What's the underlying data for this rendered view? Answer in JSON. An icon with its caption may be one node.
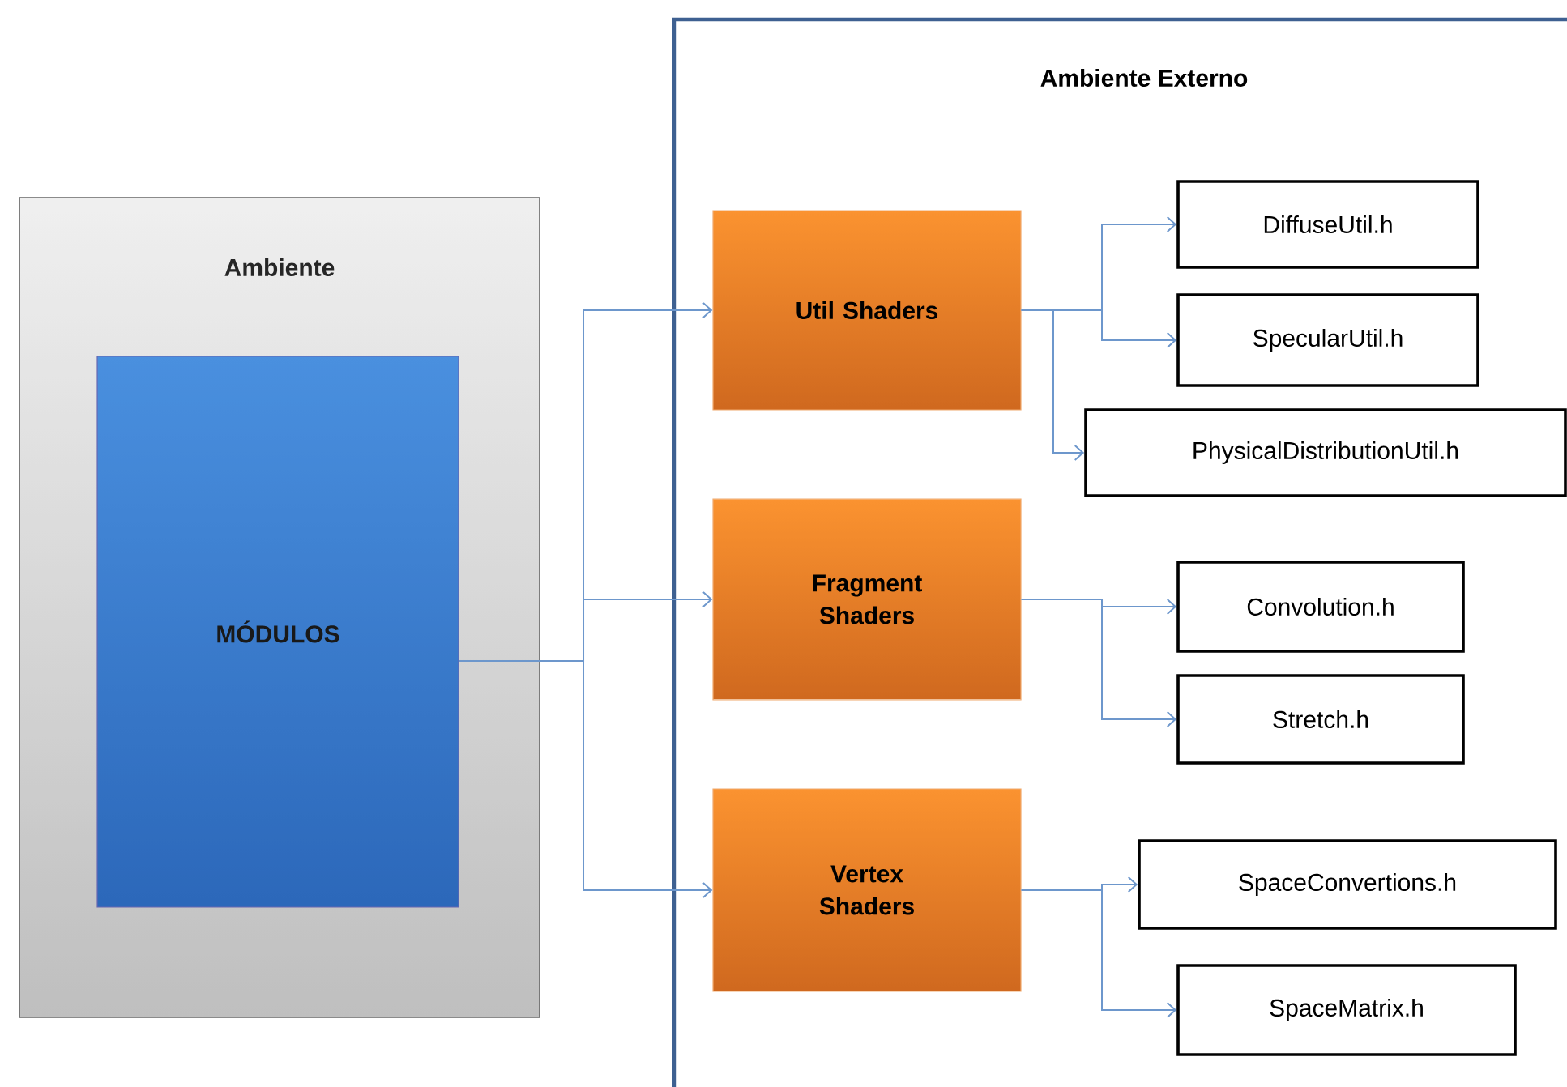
{
  "diagram": {
    "nodes": [
      {
        "text": [
          "Ambiente"
        ]
      },
      {
        "text": [
          "MÓDULOS"
        ],
        "in": 0
      },
      {
        "text": [
          "Ambiente Externo"
        ]
      },
      {
        "text": [
          "Util Shaders"
        ],
        "in": 2
      },
      {
        "text": [
          "Fragment Shaders"
        ],
        "in": 2
      },
      {
        "text": [
          "Vertex Shaders"
        ],
        "in": 2
      },
      {
        "text": [
          "DiffuseUtil.h"
        ],
        "in": 2
      },
      {
        "text": [
          "SpecularUtil.h"
        ],
        "in": 2
      },
      {
        "text": [
          "PhysicalDistributionUtil.h"
        ],
        "in": 2
      },
      {
        "text": [
          "Convolution.h"
        ],
        "in": 2
      },
      {
        "text": [
          "Stretch.h"
        ],
        "in": 2
      },
      {
        "text": [
          "SpaceConvertions.h"
        ],
        "in": 2
      },
      {
        "text": [
          "SpaceMatrix.h"
        ],
        "in": 2
      }
    ],
    "edges": [
      {
        "from": 1,
        "to": 3,
        "arrow": "to"
      },
      {
        "from": 1,
        "to": 4,
        "arrow": "to"
      },
      {
        "from": 1,
        "to": 5,
        "arrow": "to"
      },
      {
        "from": 3,
        "to": 6,
        "arrow": "to"
      },
      {
        "from": 3,
        "to": 7,
        "arrow": "to"
      },
      {
        "from": 3,
        "to": 8,
        "arrow": "to"
      },
      {
        "from": 4,
        "to": 9,
        "arrow": "to"
      },
      {
        "from": 4,
        "to": 10,
        "arrow": "to"
      },
      {
        "from": 5,
        "to": 11,
        "arrow": "to"
      },
      {
        "from": 5,
        "to": 12,
        "arrow": "to"
      }
    ]
  }
}
